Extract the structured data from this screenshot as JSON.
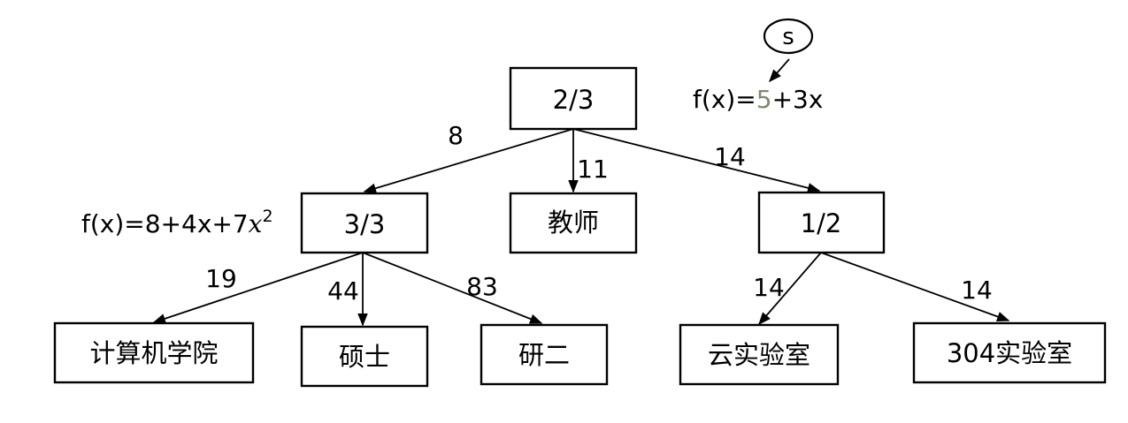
{
  "nodes": {
    "root": "2/3",
    "mid_left": "3/3",
    "teacher": "教师",
    "mid_right": "1/2",
    "cs_college": "计算机学院",
    "master": "硕士",
    "grad2": "研二",
    "cloud_lab": "云实验室",
    "lab304": "304实验室",
    "s": "s"
  },
  "edges": {
    "root_mid_left": "8",
    "root_teacher": "11",
    "root_mid_right": "14",
    "mid_left_cs": "19",
    "mid_left_master": "44",
    "mid_left_grad2": "83",
    "mid_right_cloud": "14",
    "mid_right_304": "14"
  },
  "formulas": {
    "top": {
      "prefix": "f(x)=",
      "highlight": "5",
      "suffix": "+3x"
    },
    "left": {
      "prefix": "f(x)=8+4x+7",
      "var": "x",
      "exp": "2"
    }
  },
  "colors": {
    "highlight": "#7f8a6e"
  }
}
